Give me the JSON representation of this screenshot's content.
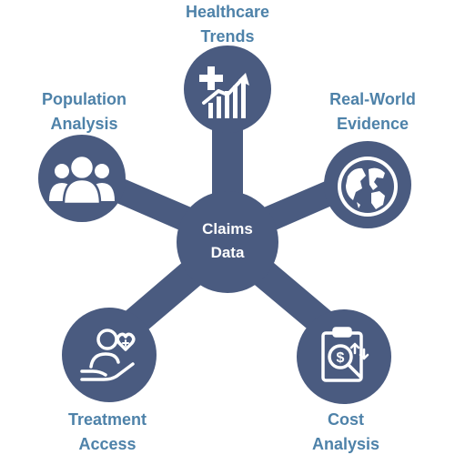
{
  "colors": {
    "hub": "#4a5b80",
    "label": "#4e82a9",
    "icon": "#ffffff"
  },
  "center": {
    "line1": "Claims",
    "line2": "Data"
  },
  "nodes": {
    "trends": {
      "line1": "Healthcare",
      "line2": "Trends",
      "icon": "cross-growth-chart-icon"
    },
    "population": {
      "line1": "Population",
      "line2": "Analysis",
      "icon": "people-group-icon"
    },
    "evidence": {
      "line1": "Real-World",
      "line2": "Evidence",
      "icon": "globe-icon"
    },
    "access": {
      "line1": "Treatment",
      "line2": "Access",
      "icon": "hand-heart-person-icon"
    },
    "cost": {
      "line1": "Cost",
      "line2": "Analysis",
      "icon": "clipboard-dollar-magnifier-icon"
    }
  }
}
